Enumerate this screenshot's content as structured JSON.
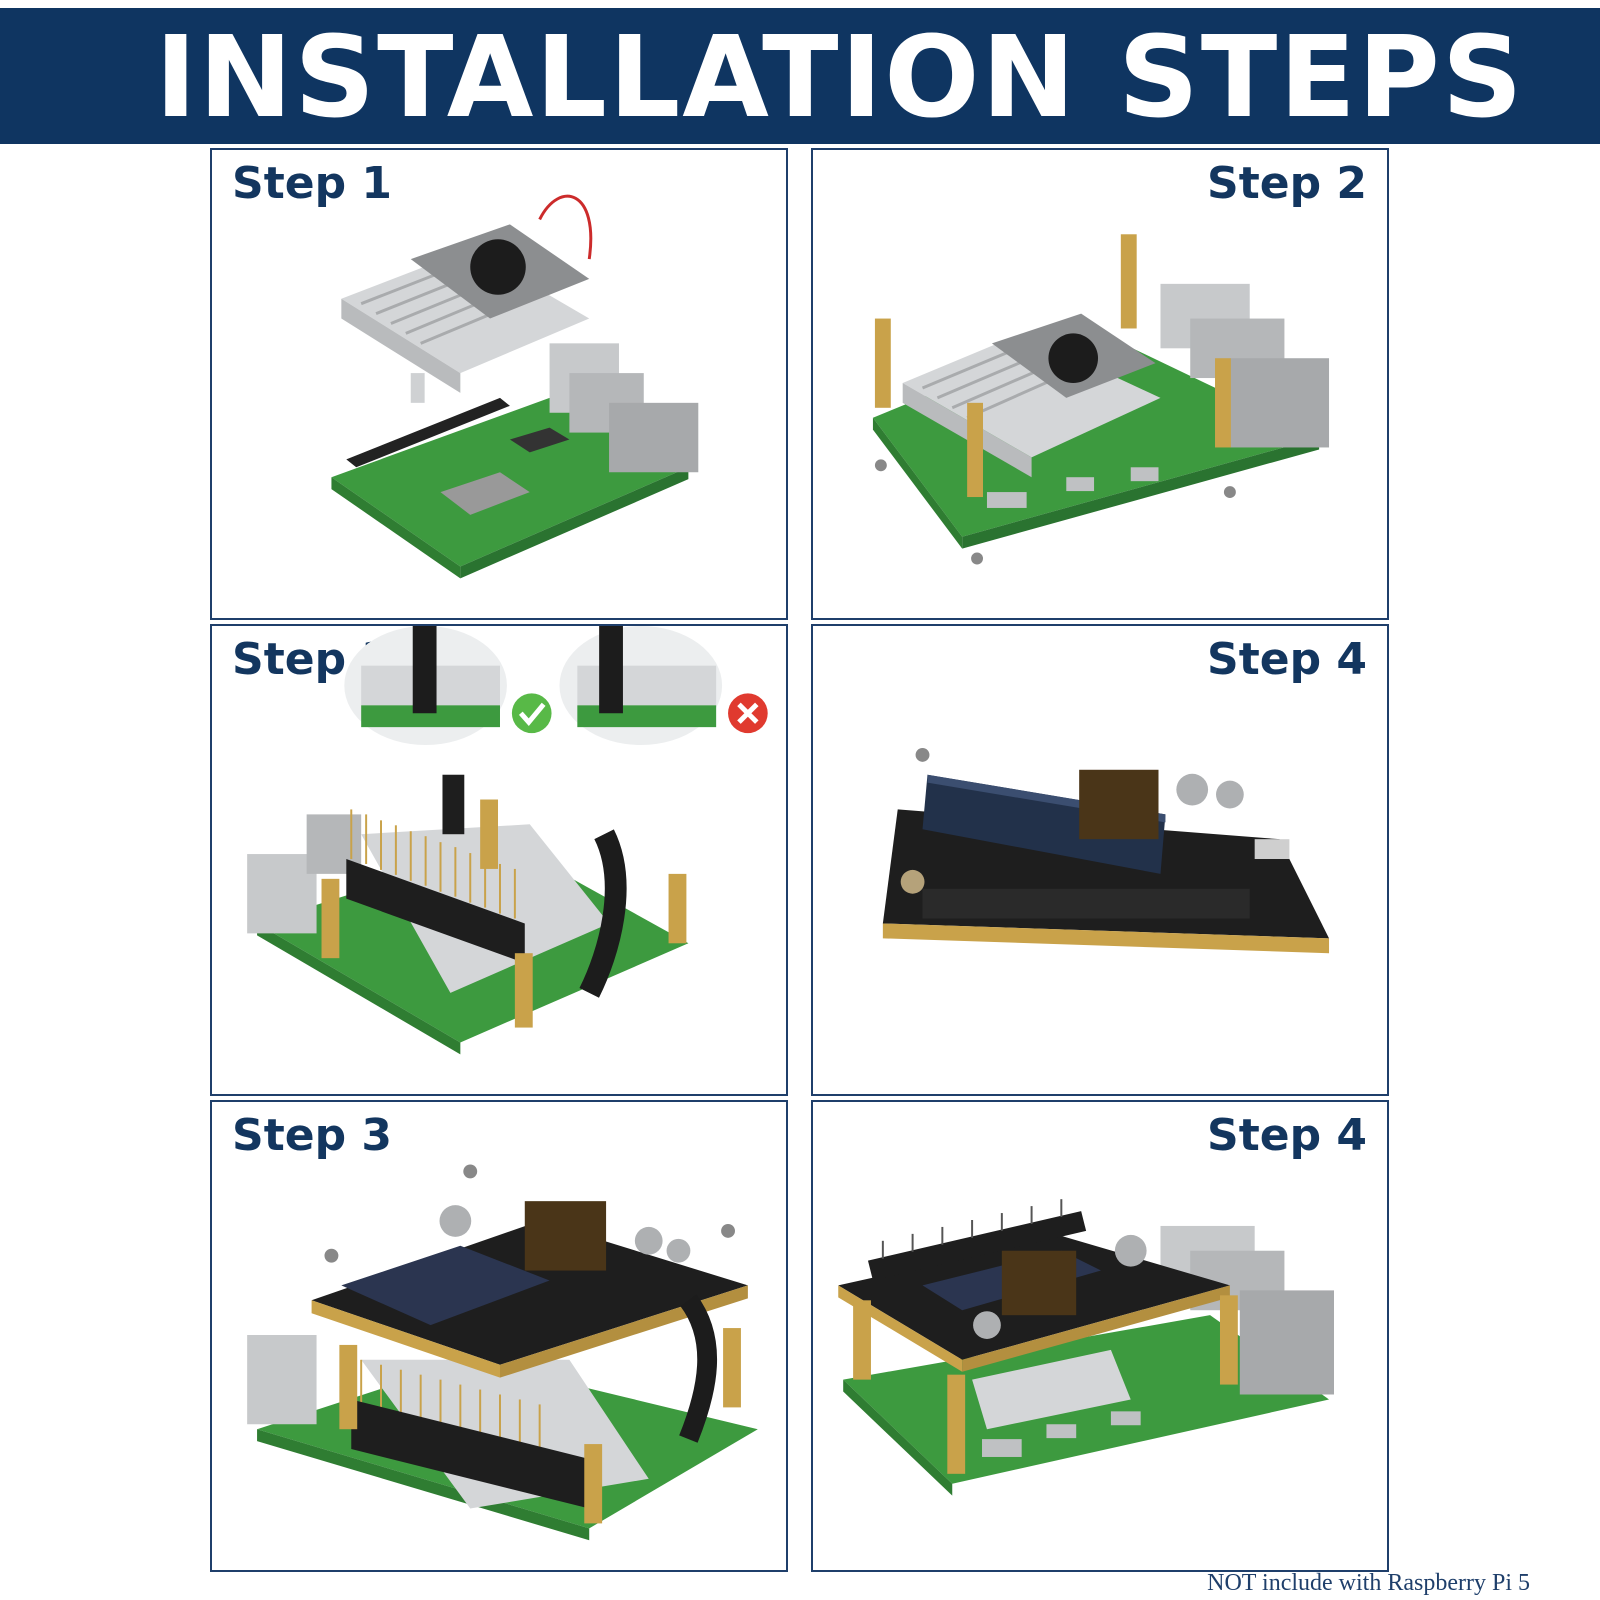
{
  "header": {
    "title": "INSTALLATION STEPS"
  },
  "panels": [
    {
      "label": "Step 1"
    },
    {
      "label": "Step 2"
    },
    {
      "label": "Step 3"
    },
    {
      "label": "Step 4"
    },
    {
      "label": "Step 3"
    },
    {
      "label": "Step 4"
    }
  ],
  "step3_badges": {
    "correct": "check-icon",
    "wrong": "x-icon"
  },
  "footer": {
    "note": "NOT include with Raspberry  Pi 5"
  },
  "colors": {
    "banner": "#0f3561",
    "label": "#13365f",
    "pcb_green": "#3d9a3f",
    "hat_black": "#1e1e1e",
    "brass": "#c9a24a",
    "heatsink": "#d4d6d8"
  }
}
